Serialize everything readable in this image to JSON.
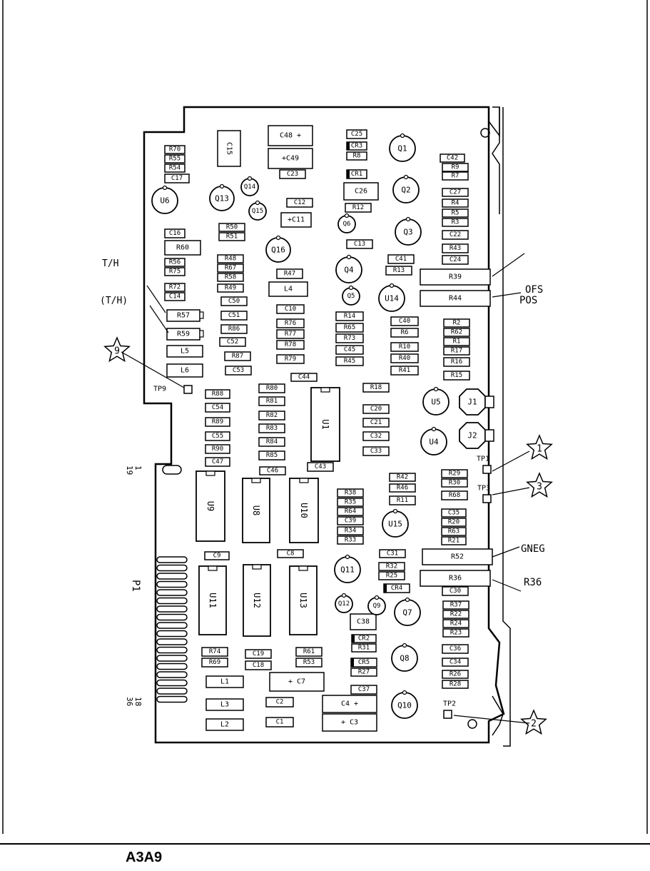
{
  "figure_label": "A3A9",
  "callouts": {
    "th": "T/H",
    "th_paren": "(T/H)",
    "ofs": "OFS",
    "pos": "POS",
    "gneg": "GNEG",
    "r36": "R36",
    "p1": "P1",
    "pin1": "1",
    "pin19": "19",
    "pin18": "18",
    "pin36": "36"
  },
  "test_points": [
    {
      "label": "TP1",
      "star": "1"
    },
    {
      "label": "TP2",
      "star": "2"
    },
    {
      "label": "TP3",
      "star": "3"
    },
    {
      "label": "TP9",
      "star": "9"
    }
  ],
  "transistors": [
    "Q1",
    "Q2",
    "Q3",
    "Q4",
    "Q5",
    "Q6",
    "Q7",
    "Q8",
    "Q9",
    "Q10",
    "Q11",
    "Q12",
    "Q13",
    "Q14",
    "Q15",
    "Q16",
    "U4",
    "U5",
    "U6",
    "U14",
    "U15"
  ],
  "ics": [
    "U1",
    "U8",
    "U9",
    "U10",
    "U11",
    "U12",
    "U13"
  ],
  "jacks": [
    "J1",
    "J2"
  ],
  "components": {
    "c15": "C15",
    "c48": "C48  +",
    "c49": "+C49",
    "c23": "C23",
    "c25": "C25",
    "cr3": "CR3",
    "r8": "R8",
    "cr1": "CR1",
    "c26": "C26",
    "r12": "R12",
    "c12": "C12",
    "c11": "+C11",
    "c13": "C13",
    "r70": "R70",
    "r55": "R55",
    "r54": "R54",
    "c17": "C17",
    "c16": "C16",
    "r60": "R60",
    "r56": "R56",
    "r75": "R75",
    "r72": "R72",
    "c14": "C14",
    "r57": "R57",
    "r59": "R59",
    "l5": "L5",
    "l6": "L6",
    "r50": "R50",
    "r51": "R51",
    "r48": "R48",
    "r67": "R67",
    "r58": "R58",
    "r49": "R49",
    "c50": "C50",
    "c51": "C51",
    "r86": "R86",
    "c52": "C52",
    "r87": "R87",
    "c53": "C53",
    "r47": "R47",
    "l4": "L4",
    "c10": "C10",
    "r76": "R76",
    "r77": "R77",
    "r78": "R78",
    "r79": "R79",
    "c44": "C44",
    "r14": "R14",
    "r65": "R65",
    "r73": "R73",
    "c45": "C45",
    "r45": "R45",
    "c41": "C41",
    "r13": "R13",
    "c40": "C40",
    "r6": "R6",
    "r10": "R10",
    "r40": "R40",
    "r41": "R41",
    "c42": "C42",
    "r9": "R9",
    "r7": "R7",
    "c27": "C27",
    "r4": "R4",
    "r5": "R5",
    "r3": "R3",
    "c22": "C22",
    "r43": "R43",
    "c24": "C24",
    "r39": "R39",
    "r44": "R44",
    "r2": "R2",
    "r62": "R62",
    "r1": "R1",
    "r17": "R17",
    "r16": "R16",
    "r15": "R15",
    "r88": "R88",
    "c54": "C54",
    "r89": "R89",
    "c55": "C55",
    "r90": "R90",
    "c47": "C47",
    "r80": "R80",
    "r81": "R81",
    "r82": "R82",
    "r83": "R83",
    "r84": "R84",
    "r85": "R85",
    "c46": "C46",
    "c43": "C43",
    "r18": "R18",
    "c20": "C20",
    "c21": "C21",
    "c32": "C32",
    "c33": "C33",
    "r42": "R42",
    "r46": "R46",
    "r11": "R11",
    "r38": "R38",
    "r35": "R35",
    "r64": "R64",
    "c39": "C39",
    "r34": "R34",
    "r33": "R33",
    "r29": "R29",
    "r30": "R30",
    "r68": "R68",
    "c35": "C35",
    "r20": "R20",
    "r63": "R63",
    "r21": "R21",
    "c9": "C9",
    "c8": "C8",
    "c31": "C31",
    "r52": "R52",
    "r32": "R32",
    "r25": "R25",
    "r36": "R36",
    "cr4": "CR4",
    "c30": "C30",
    "r37": "R37",
    "r22": "R22",
    "r24": "R24",
    "r23": "R23",
    "c38": "C38",
    "cr2": "CR2",
    "r31": "R31",
    "c36": "C36",
    "c34": "C34",
    "r26": "R26",
    "r28": "R28",
    "cr5": "CR5",
    "r27": "R27",
    "r74": "R74",
    "r69": "R69",
    "c19": "C19",
    "c18": "C18",
    "r61": "R61",
    "r53": "R53",
    "l1": "L1",
    "l3": "L3",
    "l2": "L2",
    "c7": "+ C7",
    "c2": "C2",
    "c1": "C1",
    "c37": "C37",
    "c4": "C4    +",
    "c3": "+ C3"
  }
}
